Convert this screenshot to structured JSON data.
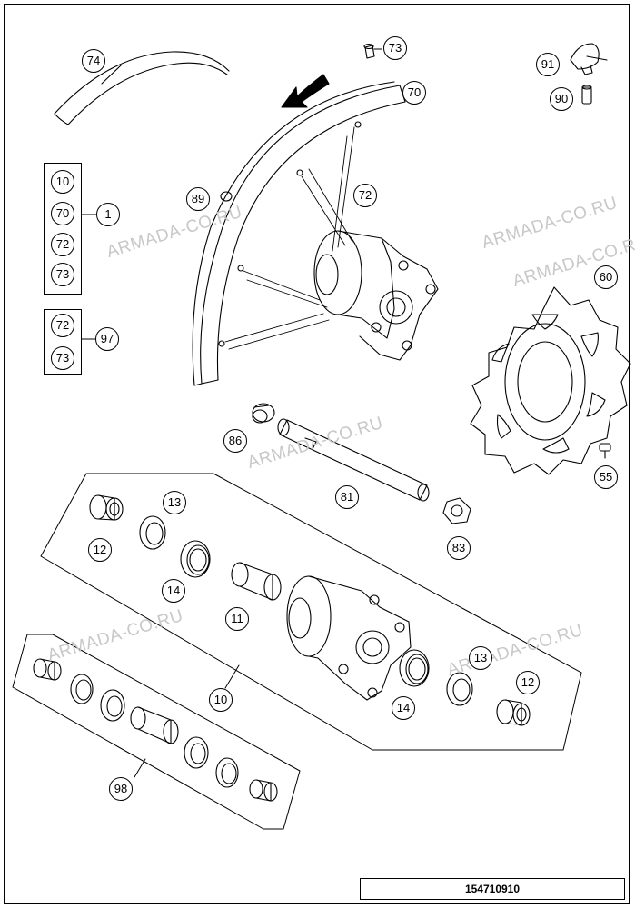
{
  "callouts": {
    "c74": "74",
    "c73_top": "73",
    "c91": "91",
    "c90": "90",
    "c70_top": "70",
    "c72_spoke": "72",
    "c89": "89",
    "c60": "60",
    "c86": "86",
    "c81": "81",
    "c55": "55",
    "c83": "83",
    "c13_left": "13",
    "c12_left": "12",
    "c14_left": "14",
    "c11": "11",
    "c13_right": "13",
    "c12_right": "12",
    "c14_right": "14",
    "c10_kit": "10",
    "c98": "98"
  },
  "group_1": {
    "items": [
      "10",
      "70",
      "72",
      "73"
    ],
    "ref": "1"
  },
  "group_97": {
    "items": [
      "72",
      "73"
    ],
    "ref": "97"
  },
  "watermarks": [
    "ARMADA-CO.RU",
    "ARMADA-CO.RU",
    "ARMADA-CO.RU",
    "ARMADA-CO.RU",
    "ARMADA-CO.RU",
    "ARMADA-CO.RU"
  ],
  "diagram_number": "154710910",
  "colors": {
    "line": "#000000",
    "watermark": "#c8c8c8",
    "background": "#ffffff"
  }
}
